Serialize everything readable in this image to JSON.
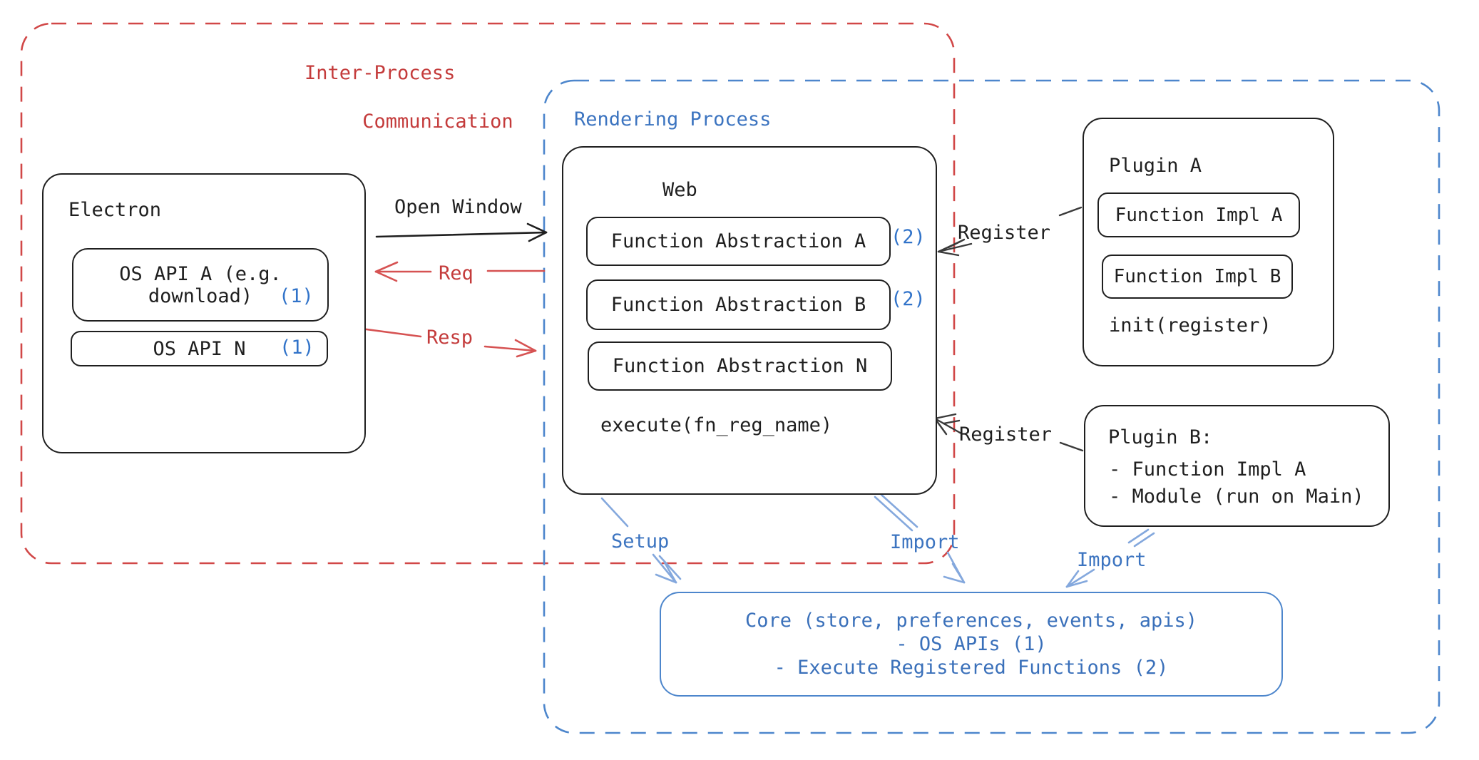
{
  "diagram": {
    "ipc_region": {
      "label_line1": "Inter-Process",
      "label_line2": "Communication"
    },
    "rendering_region": {
      "label": "Rendering Process"
    },
    "electron": {
      "title": "Electron",
      "os_api_a_line1": "OS API A (e.g.",
      "os_api_a_line2": "download)",
      "os_api_a_ref": "(1)",
      "os_api_n": "OS API N",
      "os_api_n_ref": "(1)"
    },
    "web": {
      "title": "Web",
      "fa_a": "Function Abstraction A",
      "fa_a_ref": "(2)",
      "fa_b": "Function Abstraction B",
      "fa_b_ref": "(2)",
      "fa_n": "Function Abstraction N",
      "execute": "execute(fn_reg_name)"
    },
    "plugin_a": {
      "title": "Plugin A",
      "impl_a": "Function Impl A",
      "impl_b": "Function Impl B",
      "init": "init(register)"
    },
    "plugin_b": {
      "title": "Plugin B:",
      "item1": "- Function Impl A",
      "item2": "- Module (run on Main)"
    },
    "core": {
      "line1": "Core (store, preferences, events, apis)",
      "line2": "- OS APIs (1)",
      "line3": "- Execute Registered Functions (2)"
    },
    "arrows": {
      "open_window": "Open Window",
      "req": "Req",
      "resp": "Resp",
      "register_top": "Register",
      "register_bottom": "Register",
      "setup": "Setup",
      "import_left": "Import",
      "import_right": "Import"
    },
    "colors": {
      "ink": "#1f1f1f",
      "red": "#c43b3b",
      "red_dash": "#d14747",
      "blue": "#3c74c0",
      "blue_dash": "#4d86cc",
      "light_blue_arrow": "#84a8dd",
      "ref_blue": "#3173c9"
    }
  }
}
